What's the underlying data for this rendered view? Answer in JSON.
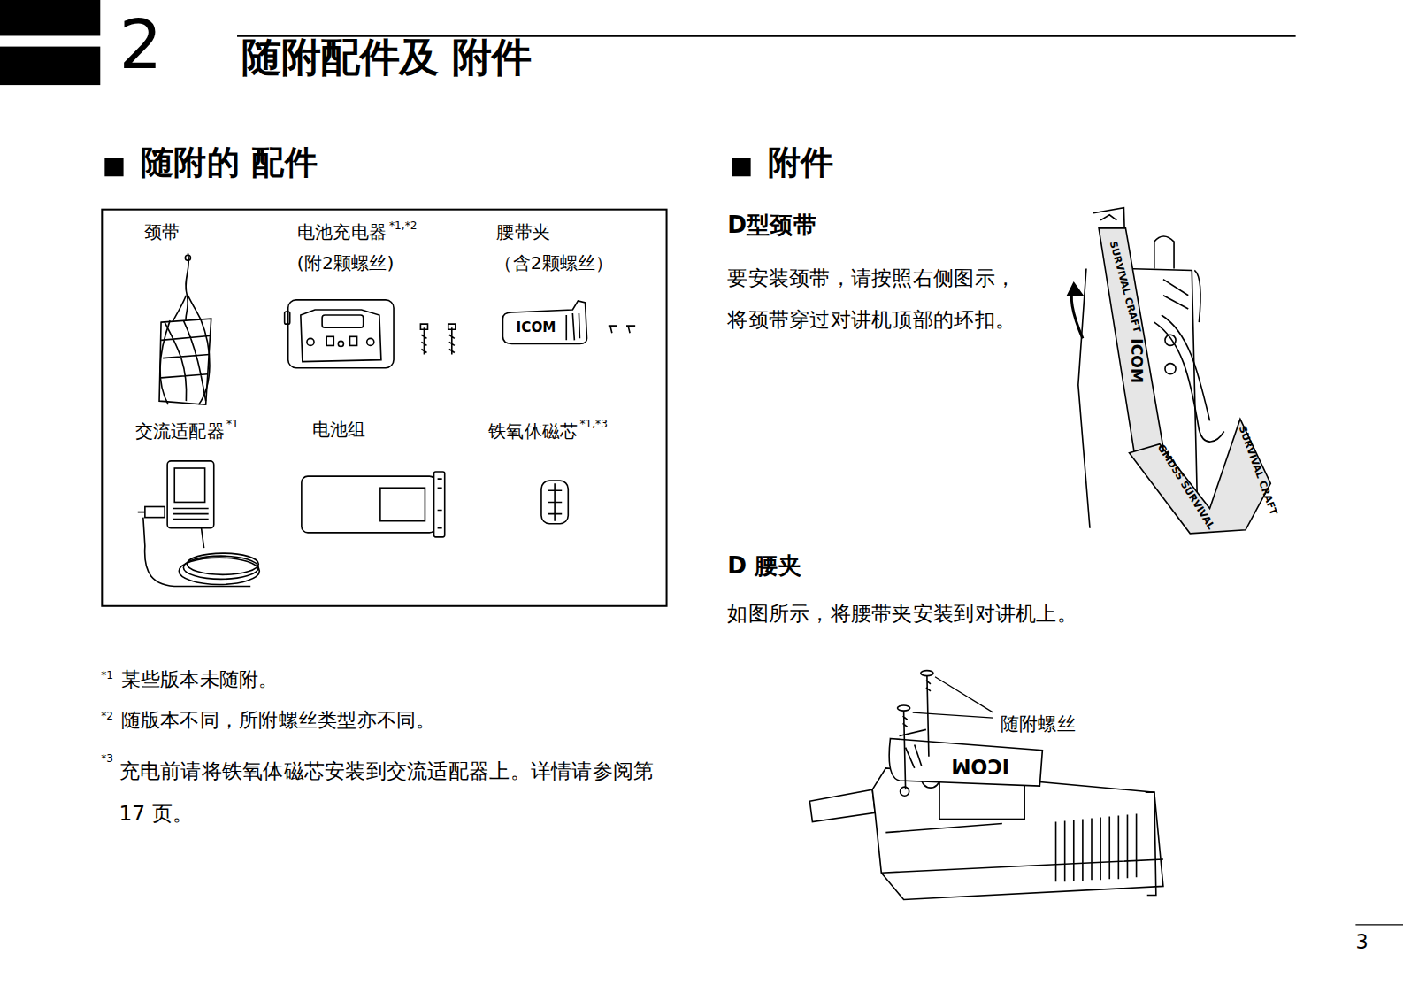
{
  "diagram": {
    "title": "随附配件及 附件",
    "nodes": [
      {
        "text": [
          "颈带",
          "电池充电器",
          "*1,*2",
          "(附2颗螺丝)",
          "腰带夹",
          "（含2颗螺丝）",
          "交流适配器",
          "*1",
          "电池组",
          "铁氧体磁芯",
          "*1,*3"
        ]
      }
    ],
    "labels": [
      "2",
      "随附的 配件",
      "附件",
      "D型颈带",
      "要安装颈带，请按照右侧图示， 将颈带穿过对讲机顶部的环扣。",
      "D 腰夹",
      "如图所示，将腰带夹安装到对讲机上。",
      "随附螺丝",
      "*1",
      "某些版本未随附。",
      "*2",
      "随版本不同，所附螺丝类型亦不同。",
      "*3",
      "充电前请将铁氧体磁芯安装到交流适配器上。详情请参阅第 17 页。",
      "3",
      "ICOM",
      "SURVIVAL CRAFT",
      "ICOM",
      "GMDSS SURVIVAL",
      "SURVIVAL CRAFT",
      "ICOM"
    ]
  }
}
